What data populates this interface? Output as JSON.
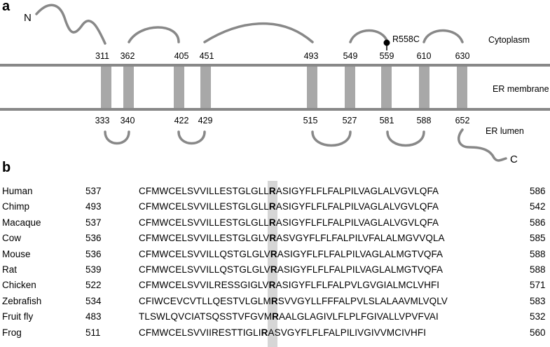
{
  "panel_a": {
    "letter": "a",
    "n_term": "N",
    "c_term": "C",
    "regions": {
      "cytoplasm": "Cytoplasm",
      "membrane": "ER membrane",
      "lumen": "ER lumen"
    },
    "mutation": "R558C",
    "top_positions": [
      "311",
      "362",
      "405",
      "451",
      "493",
      "549",
      "559",
      "610",
      "630"
    ],
    "bottom_positions": [
      "333",
      "340",
      "422",
      "429",
      "515",
      "527",
      "581",
      "588",
      "652"
    ],
    "colors": {
      "line": "#888888",
      "helix": "#a8a8a8",
      "mutation_dot": "#000000"
    }
  },
  "panel_b": {
    "letter": "b",
    "highlight_color": "#d6d6d6",
    "rows": [
      {
        "species": "Human",
        "start": "537",
        "pre": "CFMWCELSVVILLESTGLGLL",
        "key": "R",
        "post": "ASIGYFLFLFALPILVAGLALVGVLQFA",
        "end": "586"
      },
      {
        "species": "Chimp",
        "start": "493",
        "pre": "CFMWCELSVVILLESTGLGLL",
        "key": "R",
        "post": "ASIGYFLFLFALPILVAGLALVGVLQFA",
        "end": "542"
      },
      {
        "species": "Macaque",
        "start": "537",
        "pre": "CFMWCELSVVILLESTGLGLL",
        "key": "R",
        "post": "ASIGYFLFLFALPILVAGLALVGVLQFA",
        "end": "586"
      },
      {
        "species": "Cow",
        "start": "536",
        "pre": "CFMWCELSVVILLESTGLGLV",
        "key": "R",
        "post": "ASVGYFLFLFALPILVFALALMGVVQLA",
        "end": "585"
      },
      {
        "species": "Mouse",
        "start": "536",
        "pre": "CFMWCELSVVILLQSTGLGLV",
        "key": "R",
        "post": "ASIGYFLFLFALPILVAGLALMGTVQFA",
        "end": "588"
      },
      {
        "species": "Rat",
        "start": "539",
        "pre": "CFMWCELSVVILLQSTGLGLV",
        "key": "R",
        "post": "ASIGYFLFLFALPILVAGLALMGTVQFA",
        "end": "588"
      },
      {
        "species": "Chicken",
        "start": "522",
        "pre": "CFMWCELSVVILRESSGIGLV",
        "key": "R",
        "post": "ASIGYFLFLFALPVLGVGIALMCLVHFI",
        "end": "571"
      },
      {
        "species": "Zebrafish",
        "start": "534",
        "pre": "CFIWCEVCVTLLQESTVLGLM",
        "key": "R",
        "post": "SVVGYLLFFFALPVLSLALAAVMLVQLV",
        "end": "583"
      },
      {
        "species": "Fruit fly",
        "start": "483",
        "pre": "TLSWLQVCIATSQSSTVFGVM",
        "key": "R",
        "post": "AALGLAGIVLFLPLFGIVALLVPVFVAI",
        "end": "532"
      },
      {
        "species": "Frog",
        "start": "511",
        "pre": "CFMWCELSVVIIRESTTIGLI",
        "key": "R",
        "post": "ASVGYFLFLFALPILIVGIVVMCIVHFI",
        "end": "560"
      }
    ]
  }
}
